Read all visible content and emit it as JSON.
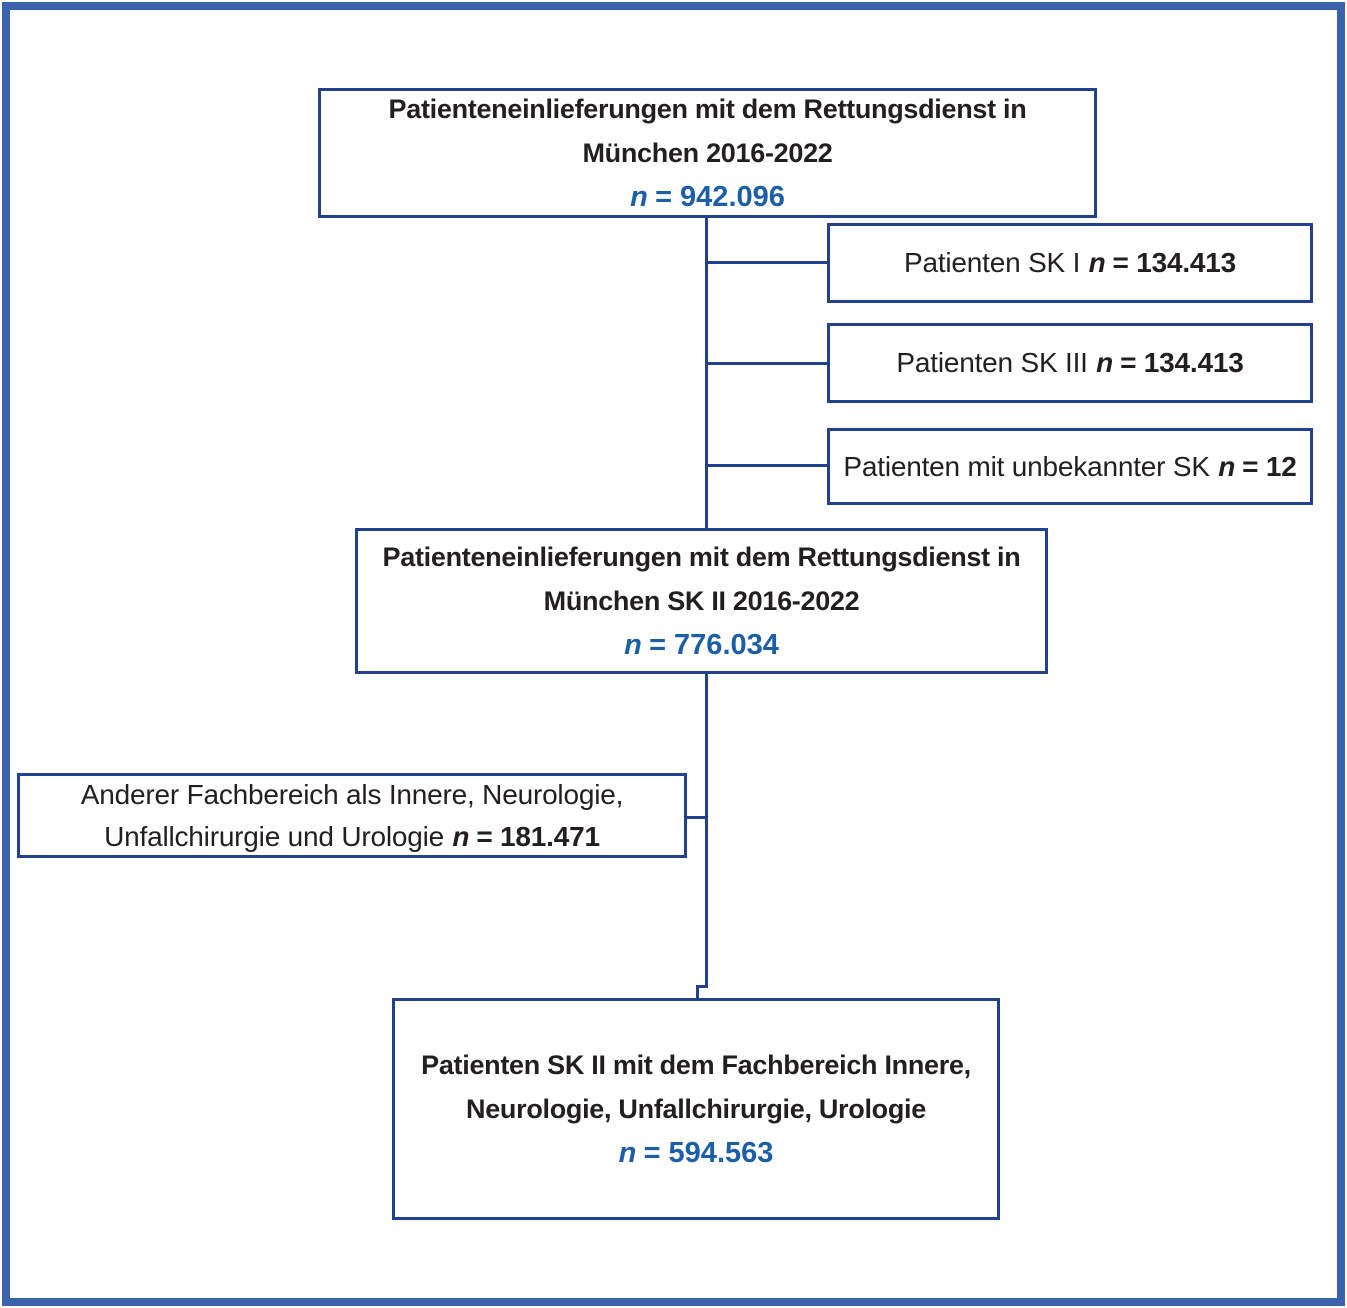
{
  "diagram": {
    "type": "patient-flow-chart",
    "colors": {
      "outer_frame": "#3a63af",
      "box_border": "#21418f",
      "connector": "#21418f",
      "n_value_blue": "#1c5fa8",
      "text_black": "#231f20",
      "background": "#ffffff"
    },
    "top_box": {
      "line1": "Patienteneinlieferungen mit dem Rettungsdienst in",
      "line2": "München 2016-2022",
      "n_label": "n",
      "n_value": "= 942.096"
    },
    "exclusions": [
      {
        "label": "Patienten SK I",
        "n_label": "n",
        "n_value": "= 134.413"
      },
      {
        "label": "Patienten SK III",
        "n_label": "n",
        "n_value": "= 134.413"
      },
      {
        "label": "Patienten mit unbekannter SK",
        "n_label": "n",
        "n_value": "= 12"
      }
    ],
    "middle_box": {
      "line1": "Patienteneinlieferungen mit dem Rettungsdienst in",
      "line2": "München SK II 2016-2022",
      "n_label": "n",
      "n_value": "= 776.034"
    },
    "left_exclusion": {
      "line1": "Anderer Fachbereich als Innere, Neurologie,",
      "line2": "Unfallchirurgie und Urologie",
      "n_label": "n",
      "n_value": "= 181.471"
    },
    "bottom_box": {
      "line1": "Patienten SK II mit dem Fachbereich Innere,",
      "line2": "Neurologie, Unfallchirurgie, Urologie",
      "n_label": "n",
      "n_value": "= 594.563"
    }
  }
}
